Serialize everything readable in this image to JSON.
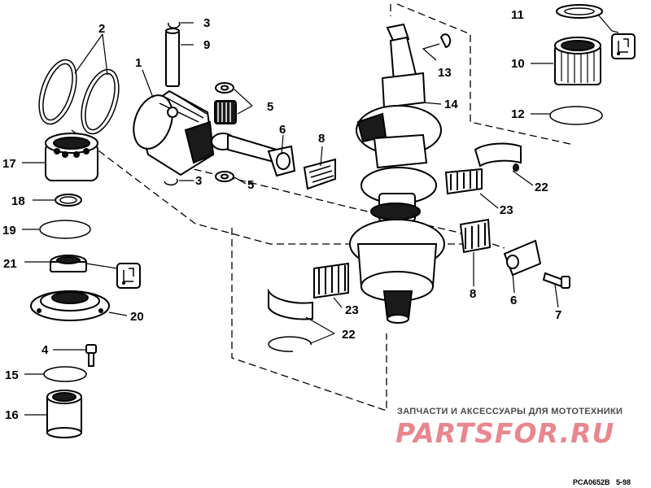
{
  "callouts": [
    {
      "id": "n1",
      "label": "1"
    },
    {
      "id": "n2",
      "label": "2"
    },
    {
      "id": "n3a",
      "label": "3"
    },
    {
      "id": "n3b",
      "label": "3"
    },
    {
      "id": "n4",
      "label": "4"
    },
    {
      "id": "n5a",
      "label": "5"
    },
    {
      "id": "n5b",
      "label": "5"
    },
    {
      "id": "n6a",
      "label": "6"
    },
    {
      "id": "n6b",
      "label": "6"
    },
    {
      "id": "n7",
      "label": "7"
    },
    {
      "id": "n8a",
      "label": "8"
    },
    {
      "id": "n8b",
      "label": "8"
    },
    {
      "id": "n9",
      "label": "9"
    },
    {
      "id": "n10",
      "label": "10"
    },
    {
      "id": "n11",
      "label": "11"
    },
    {
      "id": "n12",
      "label": "12"
    },
    {
      "id": "n13",
      "label": "13"
    },
    {
      "id": "n14",
      "label": "14"
    },
    {
      "id": "n15",
      "label": "15"
    },
    {
      "id": "n16",
      "label": "16"
    },
    {
      "id": "n17",
      "label": "17"
    },
    {
      "id": "n18",
      "label": "18"
    },
    {
      "id": "n19",
      "label": "19"
    },
    {
      "id": "n20",
      "label": "20"
    },
    {
      "id": "n21",
      "label": "21"
    },
    {
      "id": "n22a",
      "label": "22"
    },
    {
      "id": "n22b",
      "label": "22"
    },
    {
      "id": "n23a",
      "label": "23"
    },
    {
      "id": "n23b",
      "label": "23"
    }
  ],
  "watermark": {
    "header": "ЗАПЧАСТИ И АКСЕССУАРЫ ДЛЯ МОТОТЕХНИКИ",
    "logo": "PARTSFOR.RU"
  },
  "drawing_code": "PCA0652B   5-98",
  "icons": {
    "lube_icon_11": "grease-lubricant-icon",
    "lube_icon_21": "grease-lubricant-icon"
  }
}
